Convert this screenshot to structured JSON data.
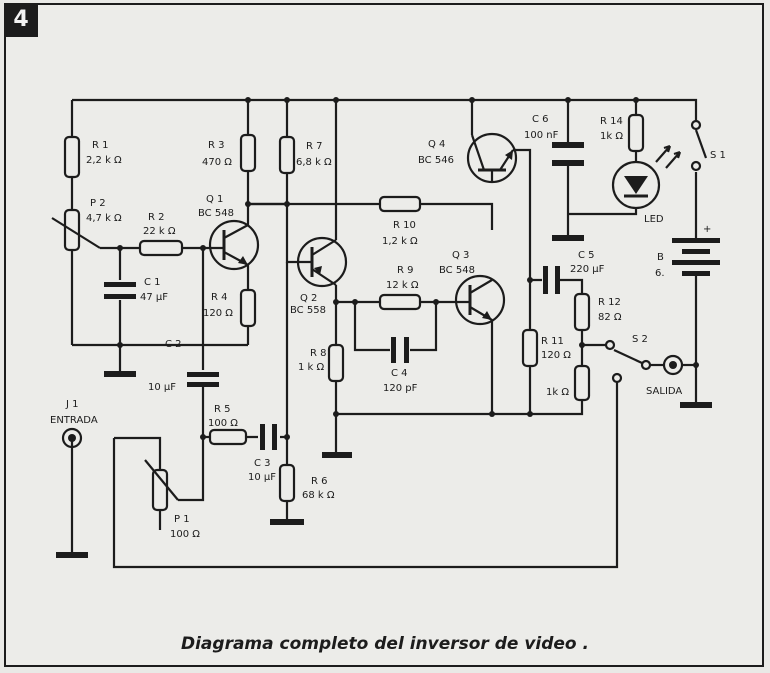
{
  "figure_number": "4",
  "caption": "Diagrama completo del inversor de video .",
  "components": {
    "R1": {
      "ref": "R 1",
      "value": "2,2 k Ω"
    },
    "R2": {
      "ref": "R 2",
      "value": "22 k Ω"
    },
    "R3": {
      "ref": "R 3",
      "value": "470 Ω"
    },
    "R4": {
      "ref": "R 4",
      "value": "120 Ω"
    },
    "R5": {
      "ref": "R 5",
      "value": "100 Ω"
    },
    "R6": {
      "ref": "R 6",
      "value": "68 k Ω"
    },
    "R7": {
      "ref": "R 7",
      "value": "6,8 k Ω"
    },
    "R8": {
      "ref": "R 8",
      "value": "1 k Ω"
    },
    "R9": {
      "ref": "R 9",
      "value": "12 k Ω"
    },
    "R10": {
      "ref": "R 10",
      "value": "1,2 k Ω"
    },
    "R11": {
      "ref": "R 11",
      "value": "120 Ω"
    },
    "R11b": {
      "value": "1k Ω"
    },
    "R12": {
      "ref": "R 12",
      "value": "82 Ω"
    },
    "R14": {
      "ref": "R 14",
      "value": "1k Ω"
    },
    "P1": {
      "ref": "P 1",
      "value": "100 Ω"
    },
    "P2": {
      "ref": "P 2",
      "value": "4,7 k Ω"
    },
    "C1": {
      "ref": "C 1",
      "value": "47 µF"
    },
    "C2": {
      "ref": "C 2",
      "value": "10 µF"
    },
    "C3": {
      "ref": "C 3",
      "value": "10 µF"
    },
    "C4": {
      "ref": "C 4",
      "value": "120 pF"
    },
    "C5": {
      "ref": "C 5",
      "value": "220 µF"
    },
    "C6": {
      "ref": "C 6",
      "value": "100 nF"
    },
    "Q1": {
      "ref": "Q 1",
      "value": "BC 548"
    },
    "Q2": {
      "ref": "Q 2",
      "value": "BC 558"
    },
    "Q3": {
      "ref": "Q 3",
      "value": "BC 548"
    },
    "Q4": {
      "ref": "Q 4",
      "value": "BC 546"
    },
    "LED": {
      "ref": "LED"
    },
    "B": {
      "ref": "B",
      "value": "6."
    },
    "S1": {
      "ref": "S 1"
    },
    "S2": {
      "ref": "S 2"
    },
    "J1": {
      "ref": "J 1",
      "name": "ENTRADA"
    },
    "out": {
      "name": "SALIDA"
    },
    "battery_plus": "+"
  }
}
